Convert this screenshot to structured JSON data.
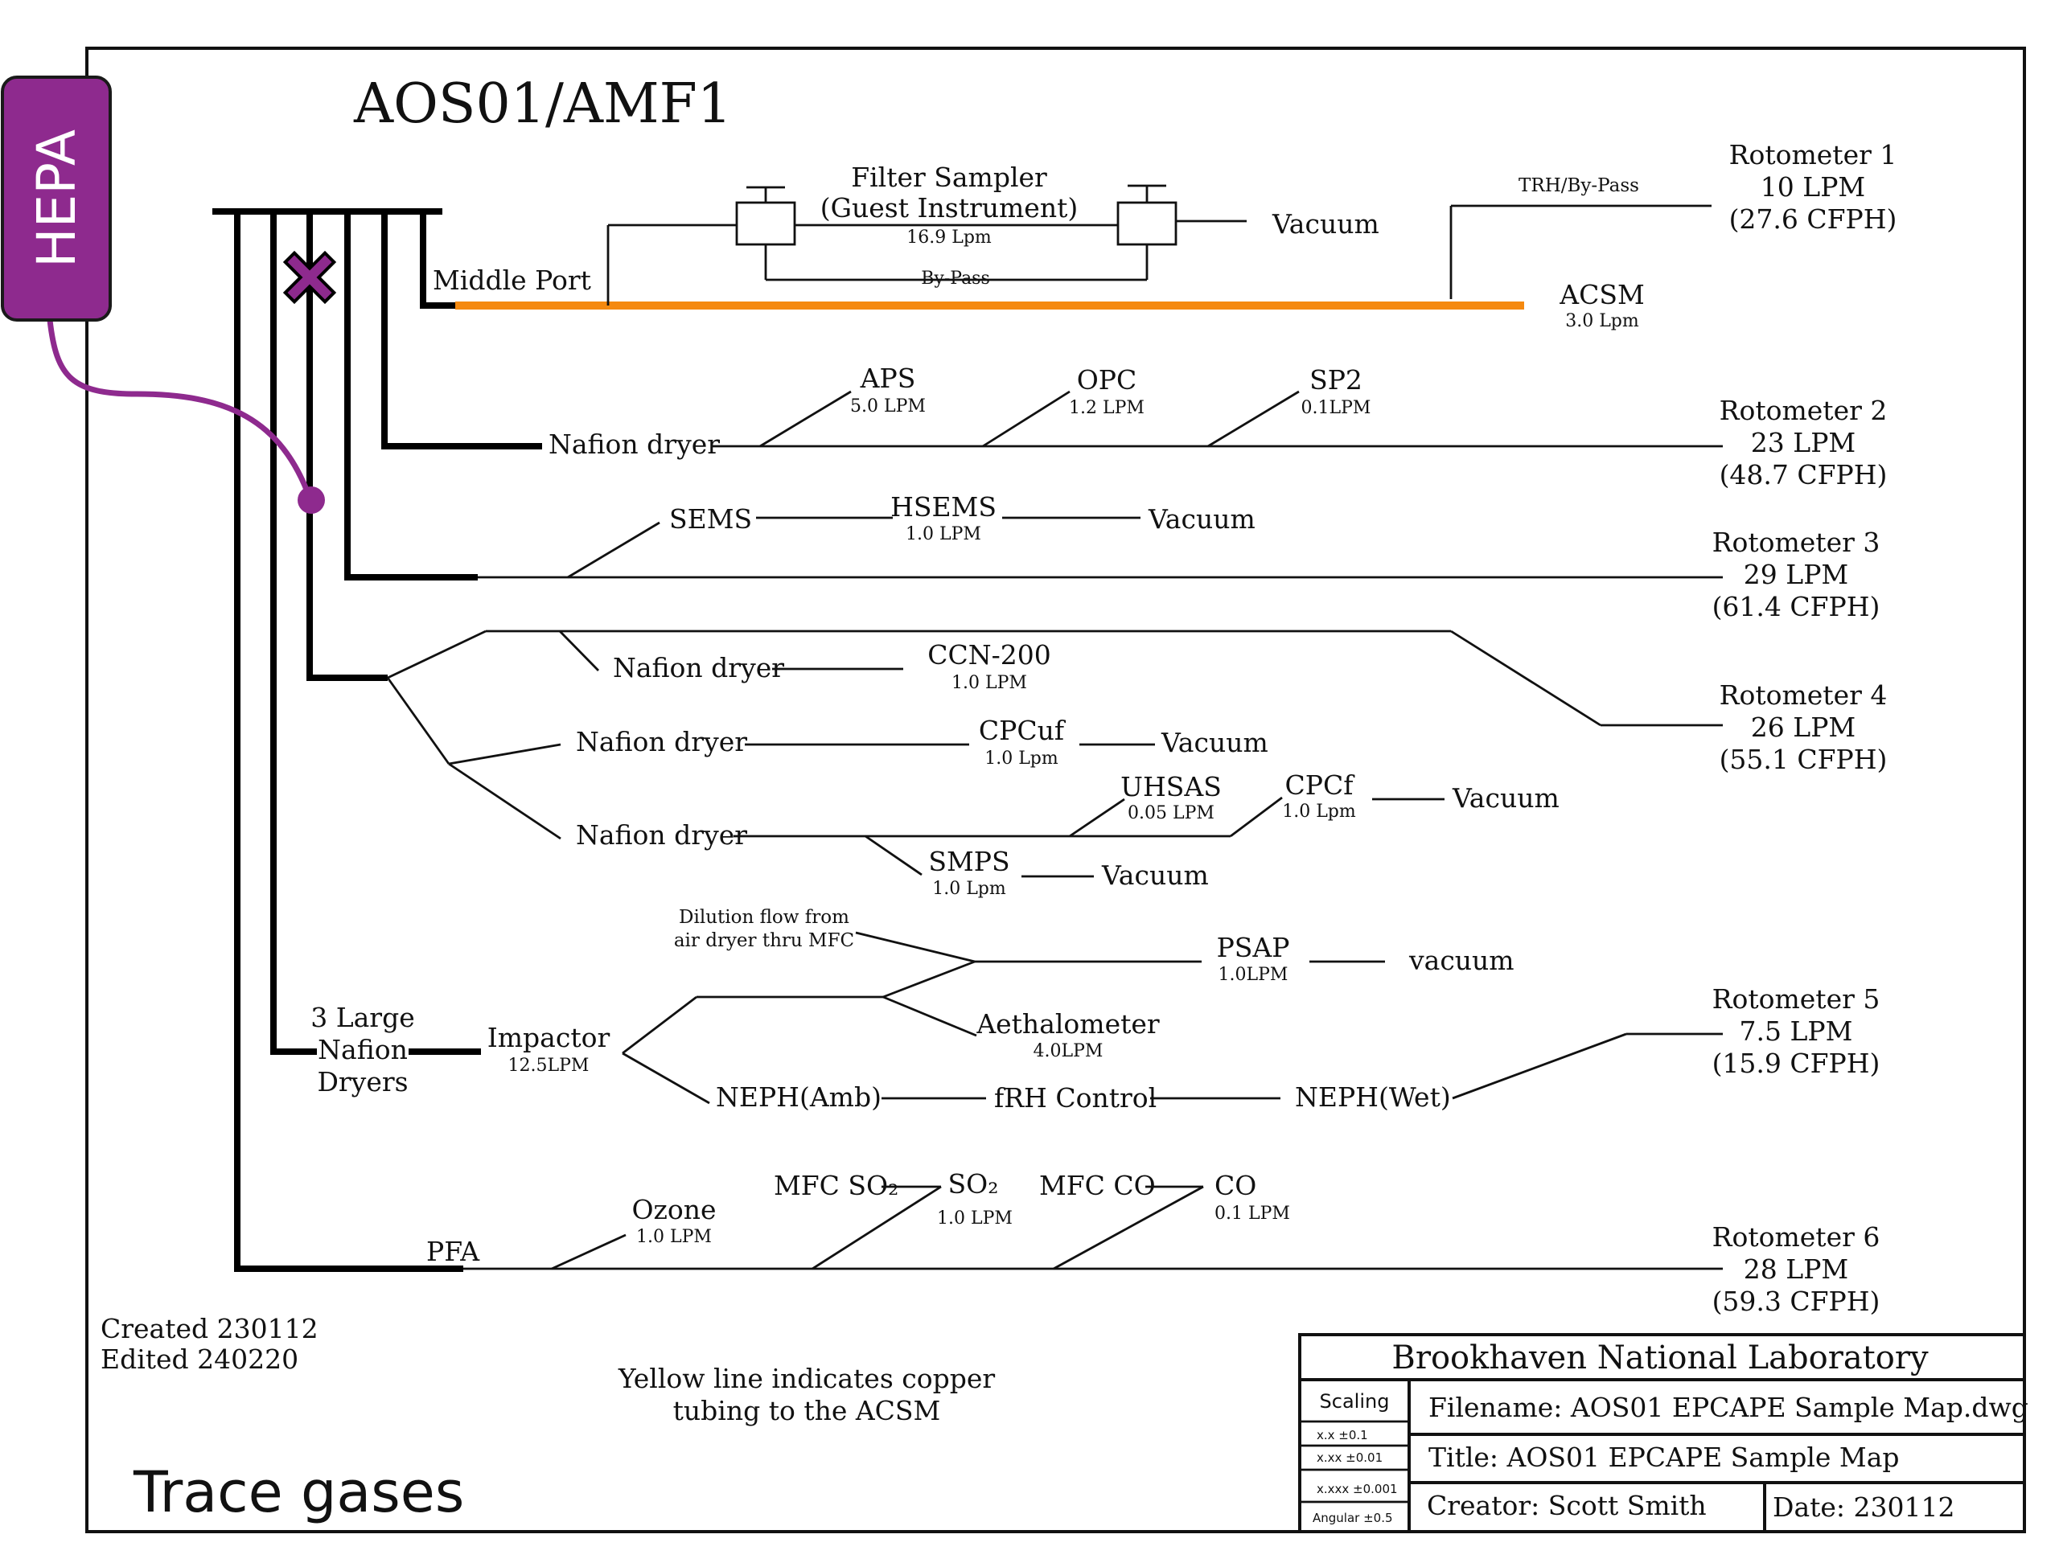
{
  "title": "AOS01/AMF1",
  "hepa": {
    "label": "HEPA",
    "color": "#8e2a8e"
  },
  "copper_line_color": "#f5890f",
  "middle_port": "Middle Port",
  "filter_sampler": {
    "line1": "Filter Sampler",
    "line2": "(Guest Instrument)",
    "flow": "16.9 Lpm",
    "bypass": "By-Pass",
    "vacuum": "Vacuum"
  },
  "trh_bypass": "TRH/By-Pass",
  "acsm": {
    "name": "ACSM",
    "flow": "3.0 Lpm"
  },
  "rotometers": [
    {
      "name": "Rotometer 1",
      "lpm": "10 LPM",
      "cfph": "(27.6 CFPH)"
    },
    {
      "name": "Rotometer 2",
      "lpm": "23 LPM",
      "cfph": "(48.7 CFPH)"
    },
    {
      "name": "Rotometer 3",
      "lpm": "29 LPM",
      "cfph": "(61.4 CFPH)"
    },
    {
      "name": "Rotometer 4",
      "lpm": "26 LPM",
      "cfph": "(55.1 CFPH)"
    },
    {
      "name": "Rotometer 5",
      "lpm": "7.5 LPM",
      "cfph": "(15.9 CFPH)"
    },
    {
      "name": "Rotometer 6",
      "lpm": "28 LPM",
      "cfph": "(59.3 CFPH)"
    }
  ],
  "line2": {
    "nafion": "Nafion dryer",
    "aps": {
      "name": "APS",
      "flow": "5.0 LPM"
    },
    "opc": {
      "name": "OPC",
      "flow": "1.2 LPM"
    },
    "sp2": {
      "name": "SP2",
      "flow": "0.1LPM"
    }
  },
  "line3": {
    "sems": "SEMS",
    "hsems": {
      "name": "HSEMS",
      "flow": "1.0 LPM"
    },
    "vacuum": "Vacuum"
  },
  "line4": {
    "nafion_ccn": "Nafion dryer",
    "ccn": {
      "name": "CCN-200",
      "flow": "1.0 LPM"
    },
    "nafion_cpcuf": "Nafion dryer",
    "cpcuf": {
      "name": "CPCuf",
      "flow": "1.0 Lpm"
    },
    "vacuum_cpcuf": "Vacuum",
    "nafion_smps": "Nafion dryer",
    "uhsas": {
      "name": "UHSAS",
      "flow": "0.05 LPM"
    },
    "cpcf": {
      "name": "CPCf",
      "flow": "1.0 Lpm"
    },
    "vacuum_cpcf": "Vacuum",
    "smps": {
      "name": "SMPS",
      "flow": "1.0 Lpm"
    },
    "vacuum_smps": "Vacuum"
  },
  "line5": {
    "dryers": {
      "l1": "3 Large",
      "l2": "Nafion",
      "l3": "Dryers"
    },
    "impactor": {
      "name": "Impactor",
      "flow": "12.5LPM"
    },
    "dilution": {
      "l1": "Dilution flow from",
      "l2": "air dryer thru MFC"
    },
    "psap": {
      "name": "PSAP",
      "flow": "1.0LPM"
    },
    "psap_vacuum": "vacuum",
    "aeth": {
      "name": "Aethalometer",
      "flow": "4.0LPM"
    },
    "neph_amb": "NEPH(Amb)",
    "frh": "fRH Control",
    "neph_wet": "NEPH(Wet)"
  },
  "line6": {
    "pfa": "PFA",
    "ozone": {
      "name": "Ozone",
      "flow": "1.0 LPM"
    },
    "mfc_so2": "MFC SO₂",
    "so2": {
      "name": "SO₂",
      "flow": "1.0 LPM"
    },
    "mfc_co": "MFC CO",
    "co": {
      "name": "CO",
      "flow": "0.1 LPM"
    }
  },
  "created": "Created 230112",
  "edited": "Edited 240220",
  "note": {
    "l1": "Yellow line indicates copper",
    "l2": "tubing to the ACSM"
  },
  "trace_gases": "Trace gases",
  "titleblock": {
    "org": "Brookhaven National Laboratory",
    "scaling": "Scaling",
    "tolerances": [
      "x.x ±0.1",
      "x.xx ±0.01",
      "x.xxx ±0.001",
      "Angular ±0.5"
    ],
    "filename": "Filename: AOS01 EPCAPE Sample Map.dwg",
    "title": "Title:  AOS01 EPCAPE Sample Map",
    "creator": "Creator: Scott Smith",
    "date": "Date: 230112"
  }
}
